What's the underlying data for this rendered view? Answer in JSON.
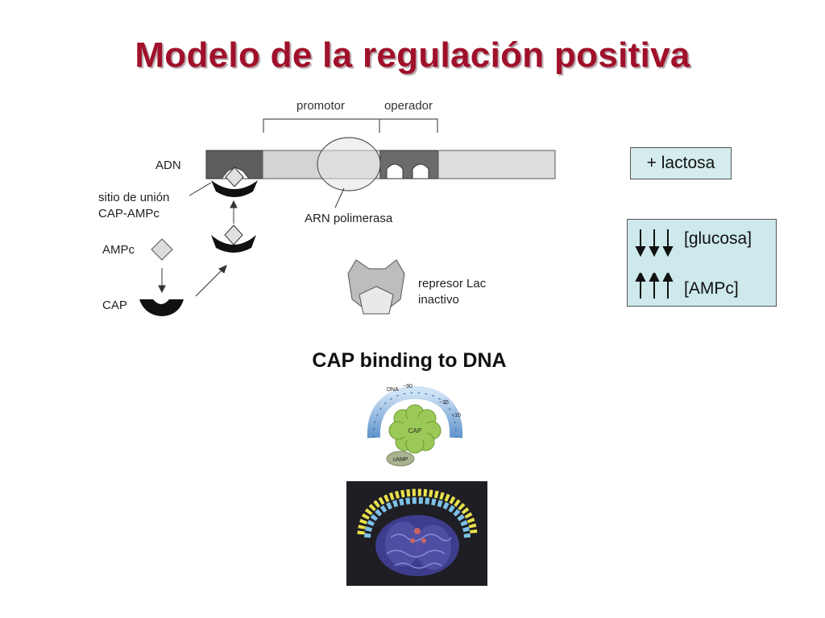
{
  "title": "Modelo de la regulación positiva",
  "diagram": {
    "promoter_label": "promotor",
    "operator_label": "operador",
    "dna_label": "ADN",
    "binding_site_label_1": "sitio de unión",
    "binding_site_label_2": "CAP-AMPc",
    "rna_polymerase_label": "ARN polimerasa",
    "campc_label": "AMPc",
    "cap_label": "CAP",
    "repressor_label_1": "represor Lac",
    "repressor_label_2": "inactivo"
  },
  "conditions": {
    "lactose": "+ lactosa",
    "glucose": "[glucosa]",
    "campc": "[AMPc]"
  },
  "cap_binding": {
    "title": "CAP binding to DNA",
    "dna_label": "DNA",
    "pos_90": "−90",
    "pos_35": "−35",
    "pos_10": "−10",
    "cap_label": "CAP",
    "camp_label": "cAMP"
  },
  "colors": {
    "title": "#a0102a",
    "box_fill": "#cde9ec",
    "dna_dark": "#5a5a5a",
    "dna_light": "#d6d6d6"
  }
}
